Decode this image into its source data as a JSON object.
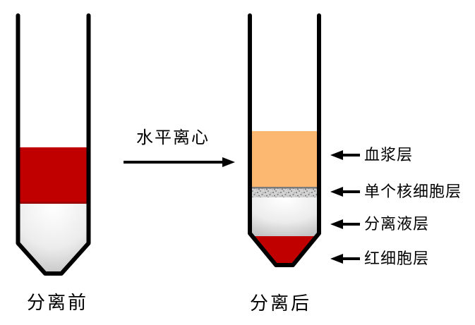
{
  "process": {
    "label": "水平离心"
  },
  "before_tube": {
    "caption": "分离前",
    "layers": [
      {
        "name": "whole-blood",
        "color": "#C00000"
      },
      {
        "name": "separation-medium",
        "color_top": "#FFFFFF",
        "color_bottom": "#C2C2C2"
      }
    ]
  },
  "after_tube": {
    "caption": "分离后",
    "layer_labels": [
      {
        "label": "血浆层",
        "name": "plasma-layer",
        "color": "#FCB870"
      },
      {
        "label": "单个核细胞层",
        "name": "mononuclear-cell-layer",
        "color": "#C9C9C9"
      },
      {
        "label": "分离液层",
        "name": "separation-medium-layer",
        "color": "#E9E9E9"
      },
      {
        "label": "红细胞层",
        "name": "red-blood-cell-layer",
        "color": "#C00000"
      }
    ]
  },
  "colors": {
    "tube_outline": "#000000",
    "arrow": "#000000",
    "speckle_dark": "#7A7A7A",
    "red_edge_dark": "#950000"
  }
}
